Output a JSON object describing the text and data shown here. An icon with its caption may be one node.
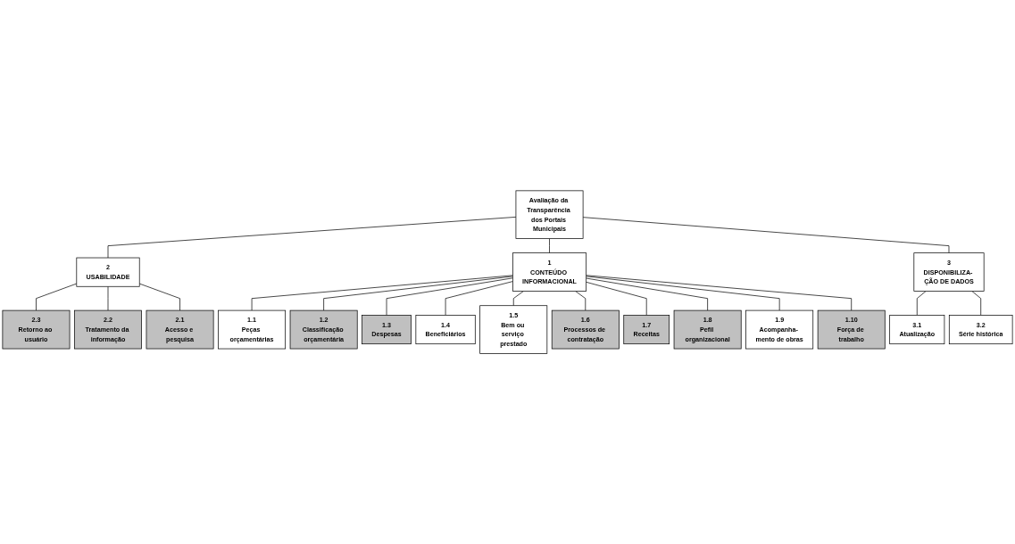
{
  "diagram": {
    "nodes": [
      {
        "text": [
          "Avaliação da Transparência dos Portais Municipais"
        ]
      },
      {
        "text": [
          "2",
          "USABILIDADE"
        ]
      },
      {
        "text": [
          "2.3",
          "Retorno ao usuário"
        ]
      },
      {
        "text": [
          "2.2",
          "Tratamento da informação"
        ]
      },
      {
        "text": [
          "2.1",
          "Acesso e pesquisa"
        ]
      },
      {
        "text": [
          "3",
          "DISPONIBILIZA- ÇÃO DE DADOS"
        ]
      },
      {
        "text": [
          "3.1",
          "Atualização"
        ]
      },
      {
        "text": [
          "3.2",
          "Série histórica"
        ]
      },
      {
        "text": [
          "1",
          "CONTEÚDO INFORMACIONAL"
        ]
      },
      {
        "text": [
          "1.1",
          "Peças orçamentárias"
        ]
      },
      {
        "text": [
          "1.2",
          "Classificação orçamentária"
        ]
      },
      {
        "text": [
          "1.3",
          "Despesas"
        ]
      },
      {
        "text": [
          "1.4",
          "Beneficiários"
        ]
      },
      {
        "text": [
          "1.5",
          "Bem ou serviço prestado"
        ]
      },
      {
        "text": [
          "1.6",
          "Processos de contratação"
        ]
      },
      {
        "text": [
          "1.7",
          "Receitas"
        ]
      },
      {
        "text": [
          "1.8",
          "Pefil organizacional"
        ]
      },
      {
        "text": [
          "1.9",
          "Acompanha- mento de obras"
        ]
      },
      {
        "text": [
          "1.10",
          "Força de trabalho"
        ]
      }
    ],
    "edges": [
      {
        "from": 0,
        "to": 1,
        "arrow": "none"
      },
      {
        "from": 0,
        "to": 8,
        "arrow": "none"
      },
      {
        "from": 0,
        "to": 5,
        "arrow": "none"
      },
      {
        "from": 1,
        "to": 2,
        "arrow": "none"
      },
      {
        "from": 1,
        "to": 3,
        "arrow": "none"
      },
      {
        "from": 1,
        "to": 4,
        "arrow": "none"
      },
      {
        "from": 5,
        "to": 6,
        "arrow": "none"
      },
      {
        "from": 5,
        "to": 7,
        "arrow": "none"
      },
      {
        "from": 8,
        "to": 9,
        "arrow": "none"
      },
      {
        "from": 8,
        "to": 10,
        "arrow": "none"
      },
      {
        "from": 8,
        "to": 11,
        "arrow": "none"
      },
      {
        "from": 8,
        "to": 12,
        "arrow": "none"
      },
      {
        "from": 8,
        "to": 13,
        "arrow": "none"
      },
      {
        "from": 8,
        "to": 14,
        "arrow": "none"
      },
      {
        "from": 8,
        "to": 15,
        "arrow": "none"
      },
      {
        "from": 8,
        "to": 16,
        "arrow": "none"
      },
      {
        "from": 8,
        "to": 17,
        "arrow": "none"
      },
      {
        "from": 8,
        "to": 18,
        "arrow": "none"
      }
    ]
  }
}
